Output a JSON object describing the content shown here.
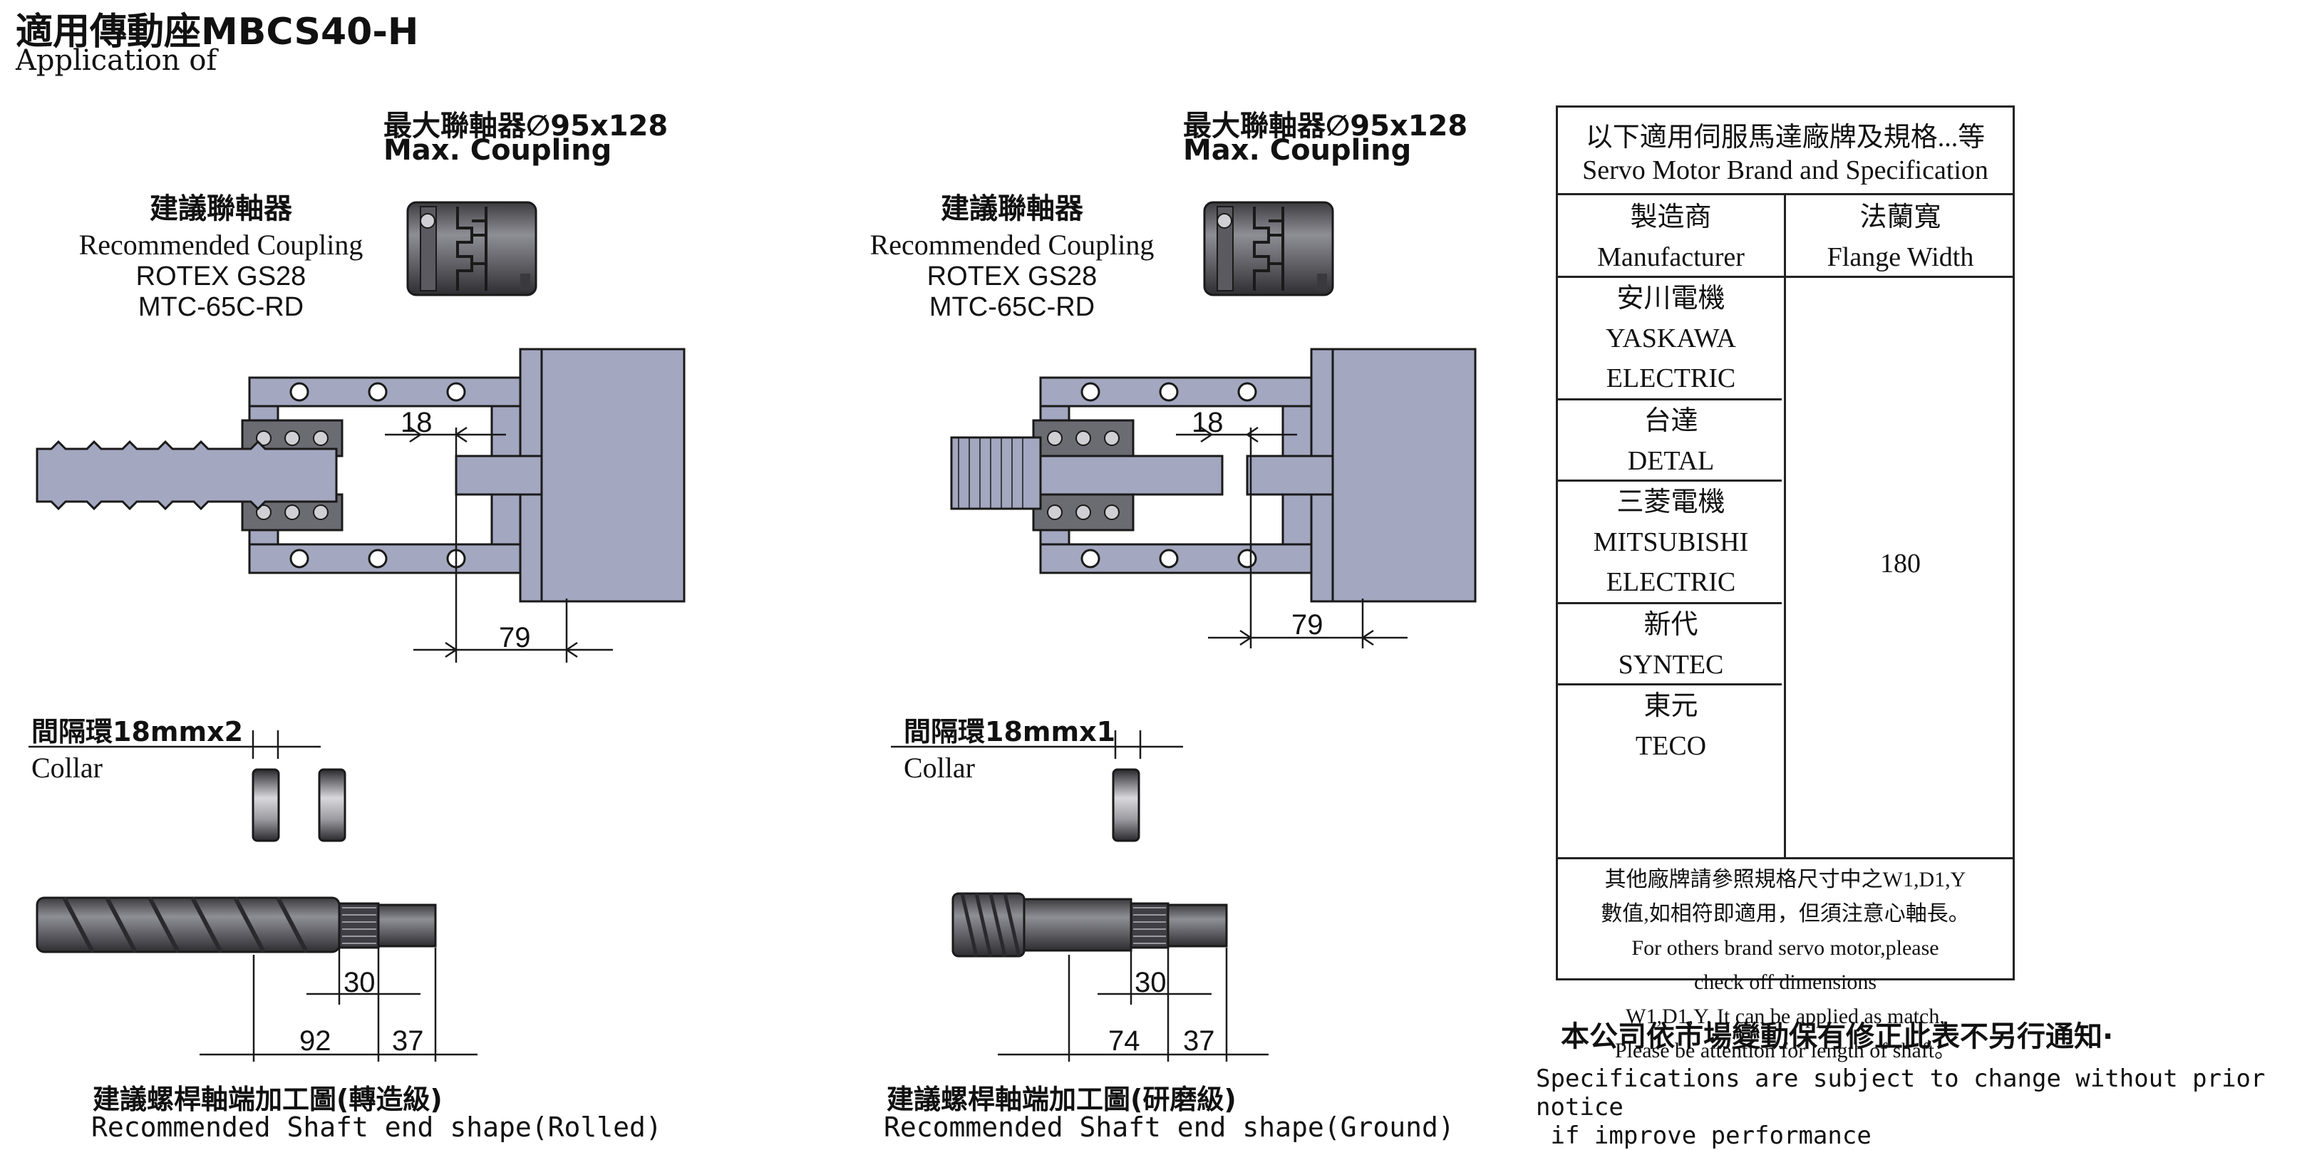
{
  "header": {
    "title_zh": "適用傳動座MBCS40-H",
    "title_en": "Application of"
  },
  "assemblies": [
    {
      "max_coupling_zh": "最大聯軸器∅95x128",
      "max_coupling_en": "Max. Coupling",
      "rec_zh": "建議聯軸器",
      "rec_en": "Recommended Coupling",
      "rec_model1": "ROTEX GS28",
      "rec_model2": "MTC-65C-RD",
      "dim_gap": "18",
      "dim_depth": "79",
      "collar_zh": "間隔環18mmx2",
      "collar_en": "Collar",
      "shaft_dim_a": "30",
      "shaft_dim_b": "92",
      "shaft_dim_c": "37",
      "shaft_zh": "建議螺桿軸端加工圖(轉造級)",
      "shaft_en": "Recommended Shaft end shape(Rolled)"
    },
    {
      "max_coupling_zh": "最大聯軸器∅95x128",
      "max_coupling_en": "Max. Coupling",
      "rec_zh": "建議聯軸器",
      "rec_en": "Recommended Coupling",
      "rec_model1": "ROTEX GS28",
      "rec_model2": "MTC-65C-RD",
      "dim_gap": "18",
      "dim_depth": "79",
      "collar_zh": "間隔環18mmx1",
      "collar_en": "Collar",
      "shaft_dim_a": "30",
      "shaft_dim_b": "74",
      "shaft_dim_c": "37",
      "shaft_zh": "建議螺桿軸端加工圖(研磨級)",
      "shaft_en": "Recommended Shaft end shape(Ground)"
    }
  ],
  "spec_table": {
    "header_zh": "以下適用伺服馬達廠牌及規格...等",
    "header_en": "Servo Motor Brand and Specification",
    "col_manufacturer_zh": "製造商",
    "col_manufacturer_en": "Manufacturer",
    "col_flange_zh": "法蘭寬",
    "col_flange_en": "Flange Width",
    "rows": [
      {
        "zh": "安川電機",
        "en1": "YASKAWA",
        "en2": "ELECTRIC"
      },
      {
        "zh": "台達",
        "en1": "DETAL",
        "en2": ""
      },
      {
        "zh": "三菱電機",
        "en1": "MITSUBISHI",
        "en2": "ELECTRIC"
      },
      {
        "zh": "新代",
        "en1": "SYNTEC",
        "en2": ""
      },
      {
        "zh": "東元",
        "en1": "TECO",
        "en2": ""
      }
    ],
    "flange_value": "180",
    "note_lines": [
      "其他廠牌請參照規格尺寸中之W1,D1,Y",
      "數值,如相符即適用，但須注意心軸長。",
      "For others brand servo motor,please",
      "check off dimensions",
      "W1,D1,Y. It can be applied as match,",
      "Please be attention for length of shaft。"
    ]
  },
  "notice": {
    "zh": "本公司依市場變動保有修正此表不另行通知·",
    "en1": "Specifications are subject to change without prior notice",
    "en2": " if improve performance"
  },
  "colors": {
    "part_fill": "#a3a7bf",
    "outline": "#1a1a1a",
    "metal_dark": "#4a4a4e",
    "metal_mid": "#7a7a80"
  }
}
